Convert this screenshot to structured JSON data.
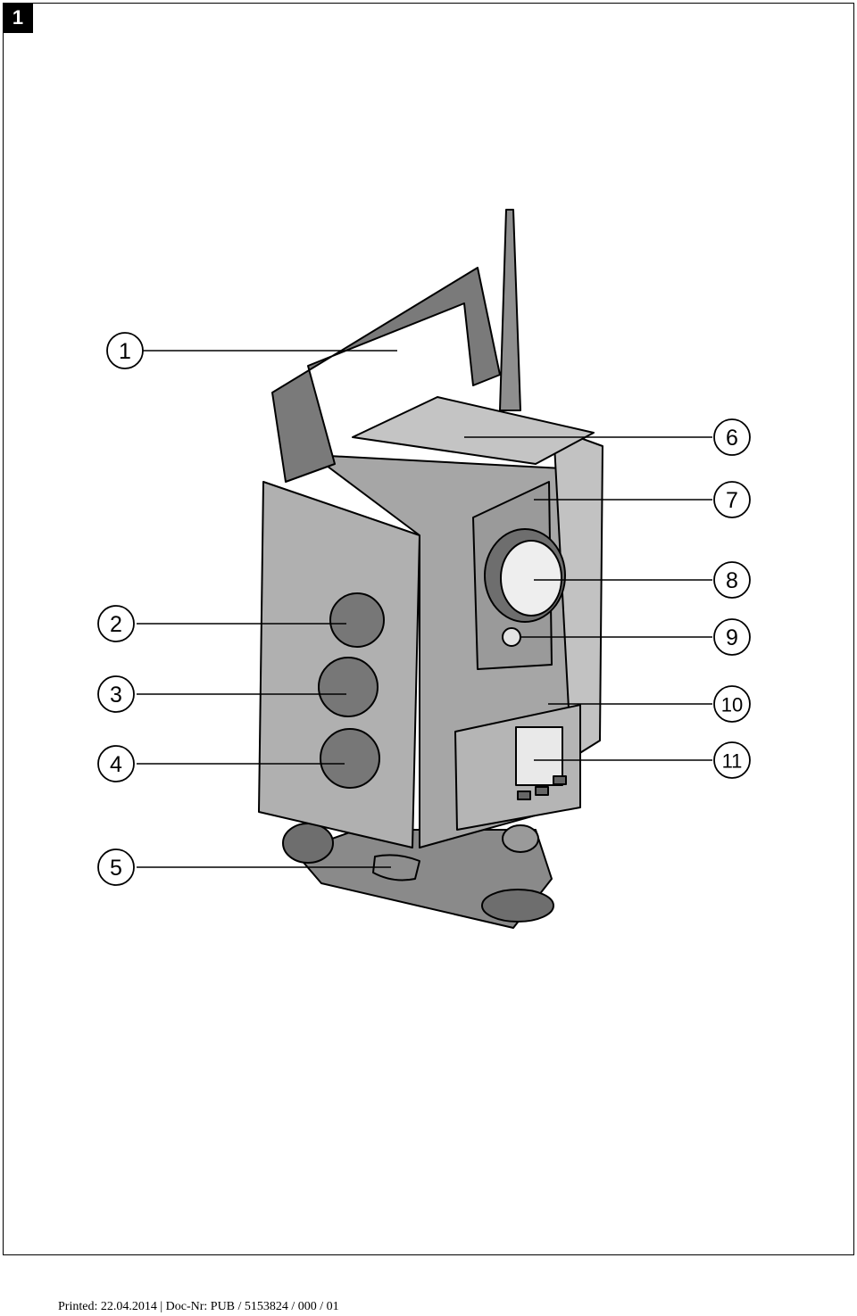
{
  "figure_label": "1",
  "callouts": [
    "1",
    "2",
    "3",
    "4",
    "5",
    "6",
    "7",
    "8",
    "9",
    "10",
    "11"
  ],
  "footer": "Printed: 22.04.2014 | Doc-Nr: PUB / 5153824 / 000 / 01",
  "colors": {
    "body": "#b0b0b0",
    "dark": "#767676",
    "light": "#cfcfcf",
    "line": "#000000"
  }
}
